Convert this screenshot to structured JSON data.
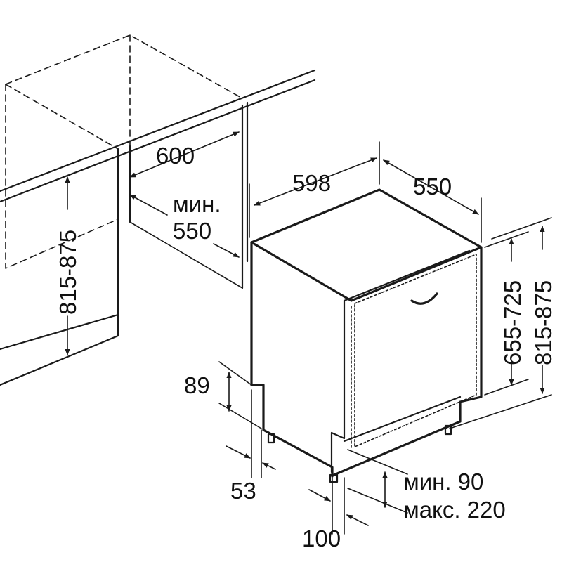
{
  "cabinet": {
    "width_label": "600",
    "height_label": "815-875",
    "depth_line1": "мин.",
    "depth_line2": "550"
  },
  "appliance": {
    "width_label": "598",
    "depth_label": "550",
    "door_height_label": "655-725",
    "total_height_label": "815-875",
    "plinth_height_label": "89",
    "plinth_setback_label": "53",
    "foot_offset_label": "100",
    "gap_min_label": "мин. 90",
    "gap_max_label": "макс. 220"
  }
}
